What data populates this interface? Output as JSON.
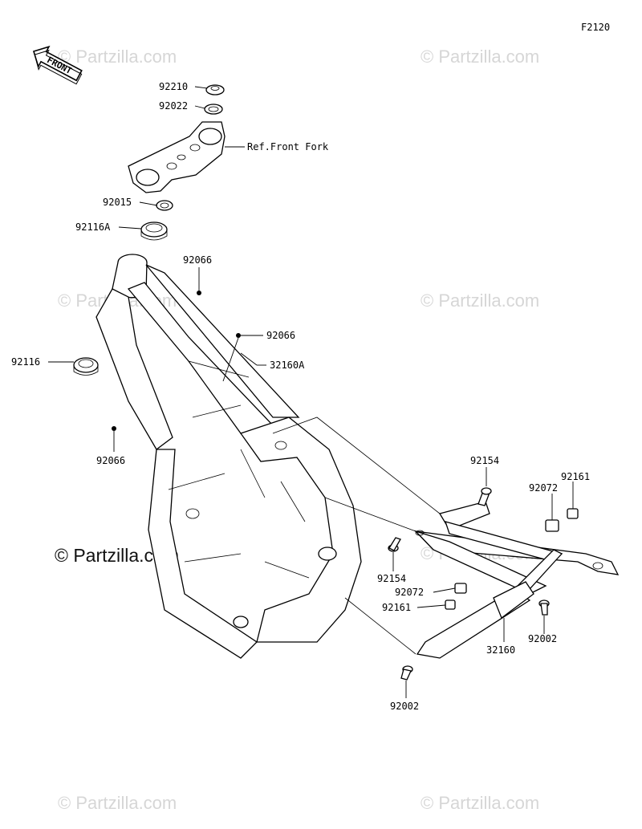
{
  "diagram_code": "F2120",
  "front_badge": "FRONT",
  "watermark": "© Partzilla.com",
  "callouts": {
    "c92210": "92210",
    "c92022": "92022",
    "ref_front_fork": "Ref.Front Fork",
    "c92015": "92015",
    "c92116A": "92116A",
    "c92066_top": "92066",
    "c92066_mid": "92066",
    "c32160A": "32160A",
    "c92116": "92116",
    "c92066_left": "92066",
    "c92154_top": "92154",
    "c92161_right": "92161",
    "c92072_right": "92072",
    "c92154_left": "92154",
    "c92072_left": "92072",
    "c92161_left": "92161",
    "c92002_right": "92002",
    "c32160": "32160",
    "c92002_bottom": "92002"
  }
}
